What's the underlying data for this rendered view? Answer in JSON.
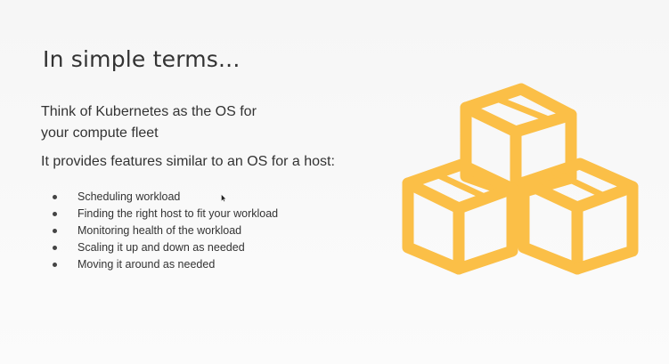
{
  "slide": {
    "title": "In simple terms...",
    "intro_lines": [
      "Think of Kubernetes as the OS for",
      "your compute fleet"
    ],
    "provides": "It provides features similar to an OS for a host:",
    "bullets": [
      "Scheduling workload",
      "Finding the right host to fit your workload",
      "Monitoring health of the workload",
      "Scaling it up and down as needed",
      "Moving it around as needed"
    ],
    "illustration": {
      "icon": "stacked-cubes-icon",
      "color": "#fbbf47"
    }
  }
}
